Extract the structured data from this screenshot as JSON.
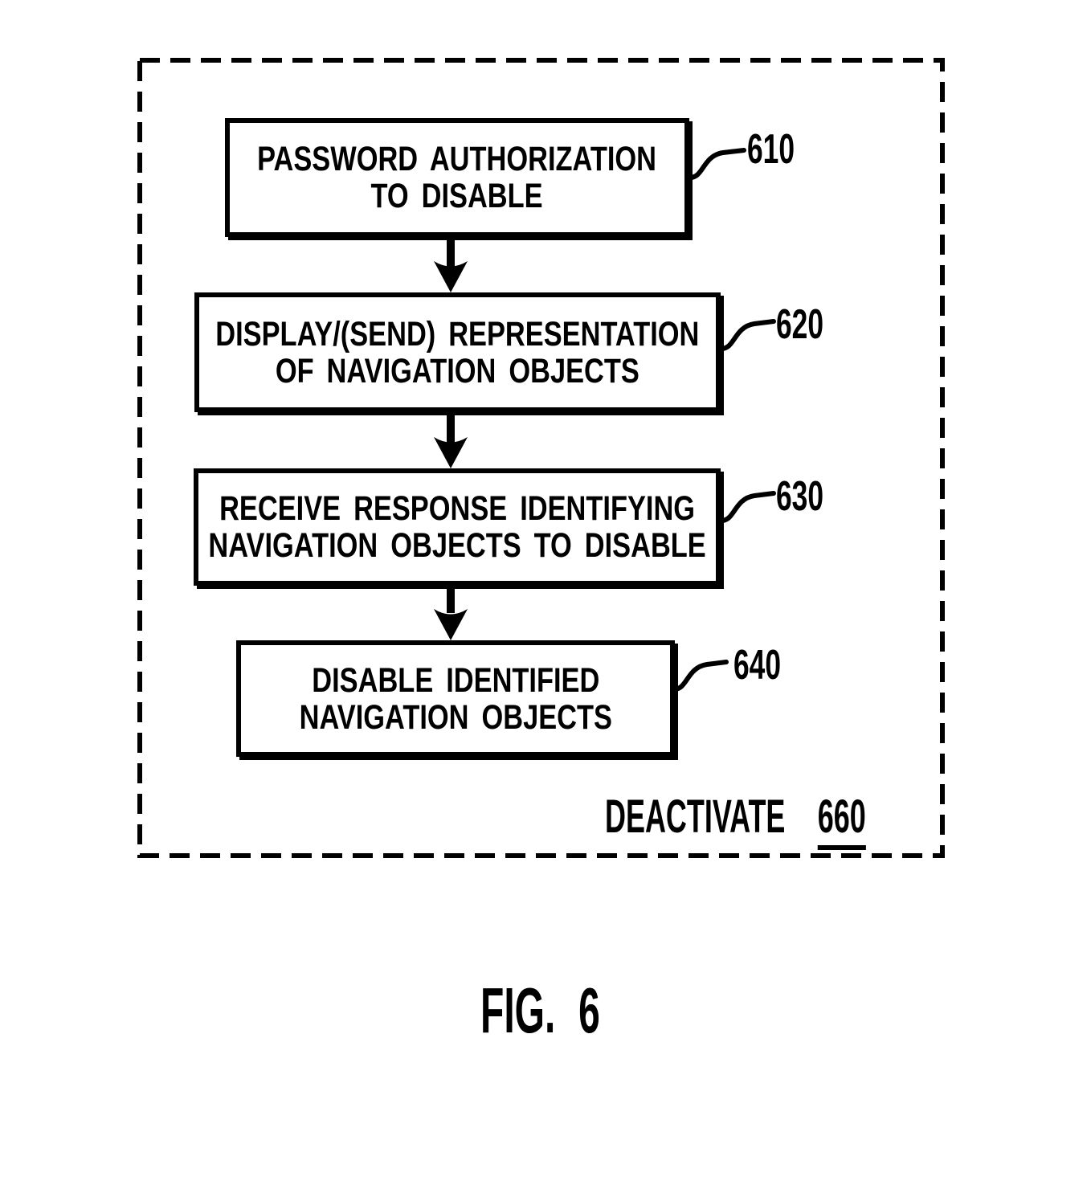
{
  "colors": {
    "ink": "#000000",
    "paper": "#ffffff"
  },
  "diagram": {
    "type": "flowchart",
    "boxes": [
      {
        "lines": [
          "PASSWORD AUTHORIZATION",
          "TO DISABLE"
        ],
        "ref": "610"
      },
      {
        "lines": [
          "DISPLAY/(SEND) REPRESENTATION",
          "OF NAVIGATION OBJECTS"
        ],
        "ref": "620"
      },
      {
        "lines": [
          "RECEIVE RESPONSE IDENTIFYING",
          "NAVIGATION OBJECTS TO DISABLE"
        ],
        "ref": "630"
      },
      {
        "lines": [
          "DISABLE IDENTIFIED",
          "NAVIGATION OBJECTS"
        ],
        "ref": "640"
      }
    ],
    "group_label": "DEACTIVATE",
    "group_ref": "660",
    "caption_label": "FIG.",
    "caption_number": "6"
  }
}
